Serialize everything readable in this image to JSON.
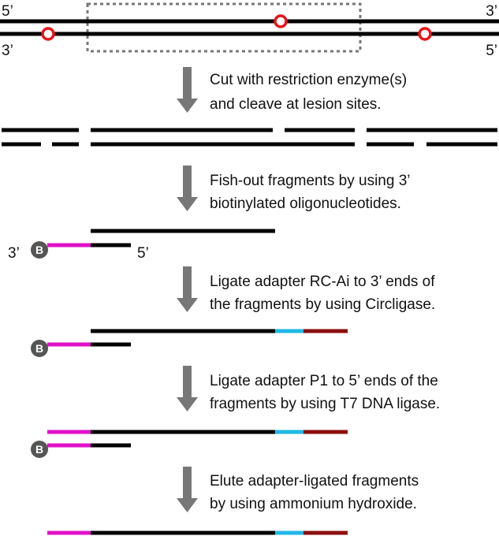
{
  "strand_labels": {
    "top_left": "5’",
    "top_right": "3’",
    "bottom_left": "3’",
    "bottom_right": "5’",
    "fragment_left": "3’",
    "fragment_right": "5’"
  },
  "biotin_label": "B",
  "steps": [
    {
      "line1": "Cut with restriction enzyme(s)",
      "line2": "and cleave at lesion sites."
    },
    {
      "line1": "Fish-out fragments by using 3’",
      "line2": "biotinylated oligonucleotides."
    },
    {
      "line1": "Ligate adapter RC-Ai to 3’ ends of",
      "line2": "the fragments by using Circligase."
    },
    {
      "line1": "Ligate adapter P1 to 5’ ends of the",
      "line2": "fragments by using T7 DNA ligase."
    },
    {
      "line1": "Elute adapter-ligated fragments",
      "line2": "by using ammonium hydroxide."
    }
  ],
  "colors": {
    "dna": "#000000",
    "lesion": "#e8141b",
    "selection_box": "#777777",
    "arrow": "#777777",
    "oligo": "#e010c8",
    "adapter_rc_ai_cyan": "#1fb8e6",
    "adapter_rc_ai_red": "#8b0f0f",
    "biotin_bead": "#555555"
  },
  "icons": {
    "lesion": "open-red-circle",
    "biotin": "grey-disc-B",
    "step_arrow": "down-arrow"
  }
}
